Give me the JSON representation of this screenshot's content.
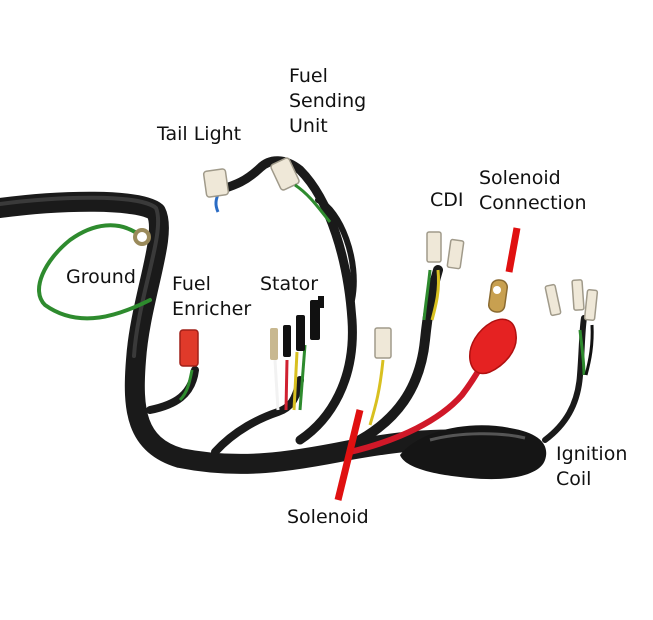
{
  "labels": {
    "tail_light": "Tail Light",
    "fuel_sending_unit": [
      "Fuel",
      "Sending",
      "Unit"
    ],
    "cdi": "CDI",
    "solenoid_connection": [
      "Solenoid",
      "Connection"
    ],
    "ground": "Ground",
    "fuel_enricher": [
      "Fuel",
      "Enricher"
    ],
    "stator": "Stator",
    "ignition_coil": [
      "Ignition",
      "Coil"
    ],
    "solenoid": "Solenoid"
  },
  "colors": {
    "harness": "#1a1a1a",
    "marker": "#e01010",
    "ground_wire": "#2e8b2e",
    "red_wire": "#d01828",
    "connector": "#efe8d8",
    "enricher_cap": "#e03a2a",
    "solenoid_boot": "#e52222"
  }
}
